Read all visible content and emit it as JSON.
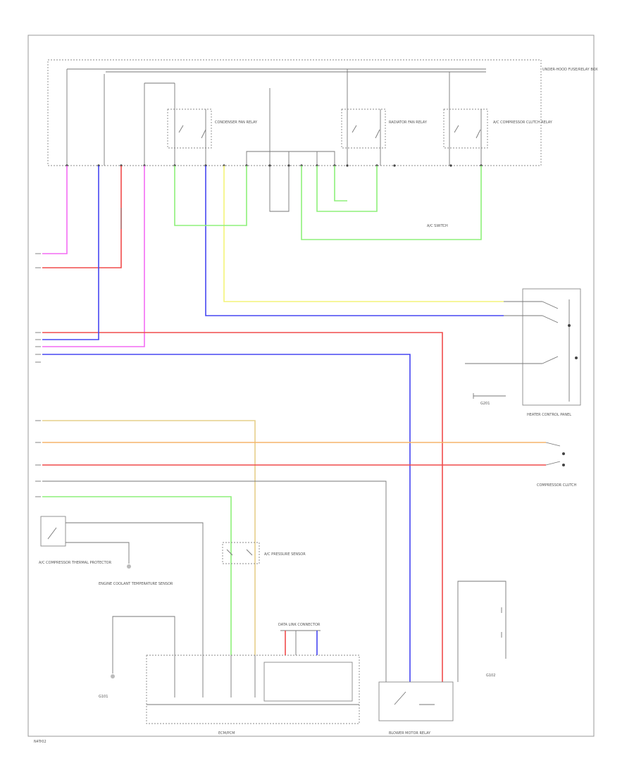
{
  "colors": {
    "pink": "#f36cf3",
    "red": "#f04b4b",
    "blue": "#4646f2",
    "green": "#8ef07a",
    "yellow": "#f4f478",
    "orange": "#f5b46a",
    "tan": "#e6cf8a",
    "lightgray": "#cfcfcf",
    "black": "#444444"
  },
  "labels": {
    "footer_code": "N4Tr02",
    "label_1": "UNDER-HOOD FUSE/RELAY BOX",
    "label_2": "CONDENSER FAN RELAY",
    "label_3": "RADIATOR FAN RELAY",
    "label_4": "A/C COMPRESSOR CLUTCH RELAY",
    "label_5": "A/C COMPRESSOR THERMAL PROTECTOR",
    "label_6": "A/C PRESSURE SENSOR",
    "label_7": "COMPRESSOR CLUTCH",
    "label_8": "ECM/PCM",
    "label_9": "G101",
    "label_10": "G102",
    "label_11": "G201",
    "label_12": "DATA LINK CONNECTOR",
    "label_13": "ENGINE COOLANT TEMPERATURE SENSOR",
    "label_14": "HEATER CONTROL PANEL",
    "label_15": "BLOWER MOTOR RELAY",
    "label_16": "A/C SWITCH"
  }
}
